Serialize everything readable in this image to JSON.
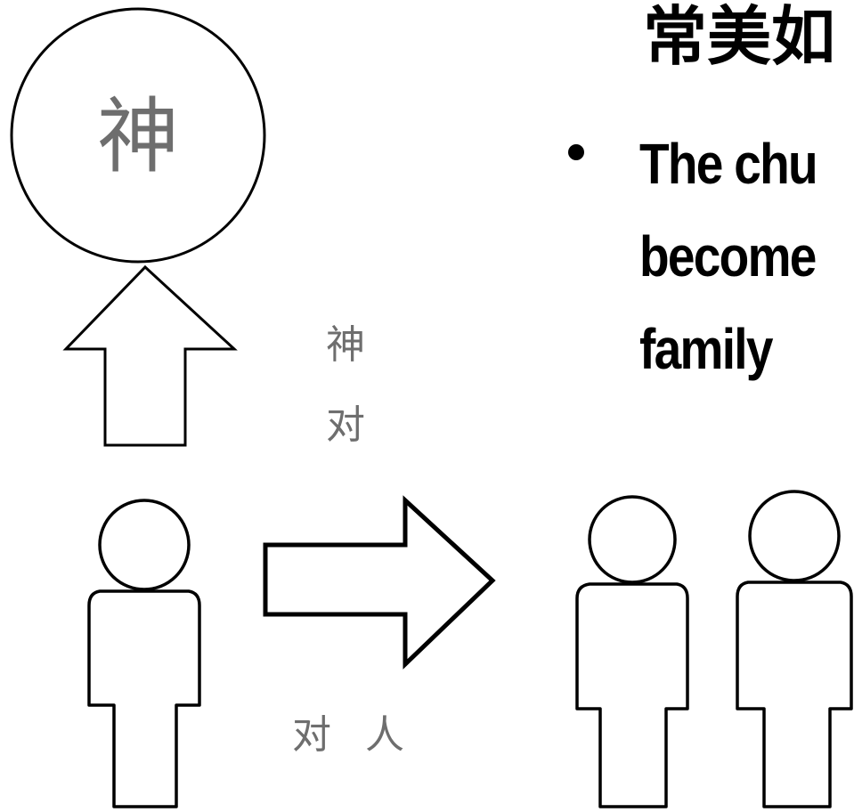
{
  "diagram": {
    "god_label": "神",
    "vertical_label_1": "神",
    "vertical_label_2": "对",
    "horizontal_label_1": "对",
    "horizontal_label_2": "人"
  },
  "title": "常美如",
  "bullet": {
    "lines": [
      "The chu",
      "become",
      "family"
    ]
  },
  "colors": {
    "stroke": "#000000",
    "label": "#6e6e6e",
    "background": "#ffffff"
  }
}
